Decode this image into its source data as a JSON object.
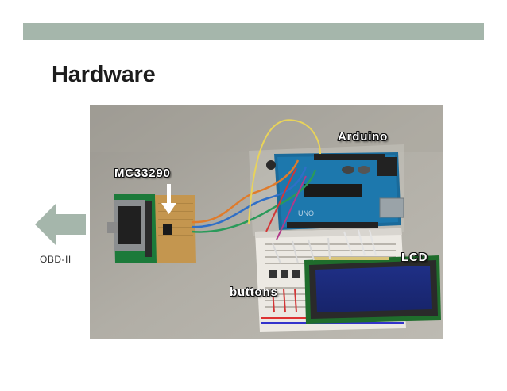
{
  "slide": {
    "title": "Hardware",
    "band_color": "#a5b6ab"
  },
  "photo": {
    "labels": {
      "arduino": "Arduino",
      "mc": "MC33290",
      "lcd": "LCD",
      "buttons": "buttons"
    }
  },
  "obd": {
    "label": "OBD-II",
    "arrow_icon": "left-arrow-icon",
    "arrow_color": "#a5b6ab"
  }
}
